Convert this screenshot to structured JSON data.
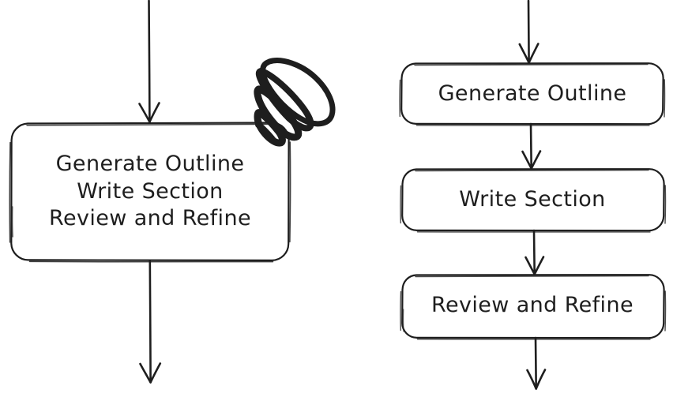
{
  "diagram": {
    "type": "flowchart",
    "style": "hand-drawn-sketch",
    "background_color": "#ffffff",
    "stroke_color": "#1e1e1e",
    "annotation_color": "#1e1e1e",
    "left_group": {
      "name": "merged-steps-node",
      "lines": [
        "Generate Outline",
        "Write Section",
        "Review and Refine"
      ],
      "incoming_arrow": true,
      "outgoing_arrow": true,
      "annotation": "scribble-mark"
    },
    "right_group": {
      "name": "sequential-steps-chain",
      "nodes": [
        {
          "label": "Generate Outline"
        },
        {
          "label": "Write Section"
        },
        {
          "label": "Review and Refine"
        }
      ],
      "incoming_arrow": true,
      "outgoing_arrow": true,
      "connector_count": 2
    }
  }
}
